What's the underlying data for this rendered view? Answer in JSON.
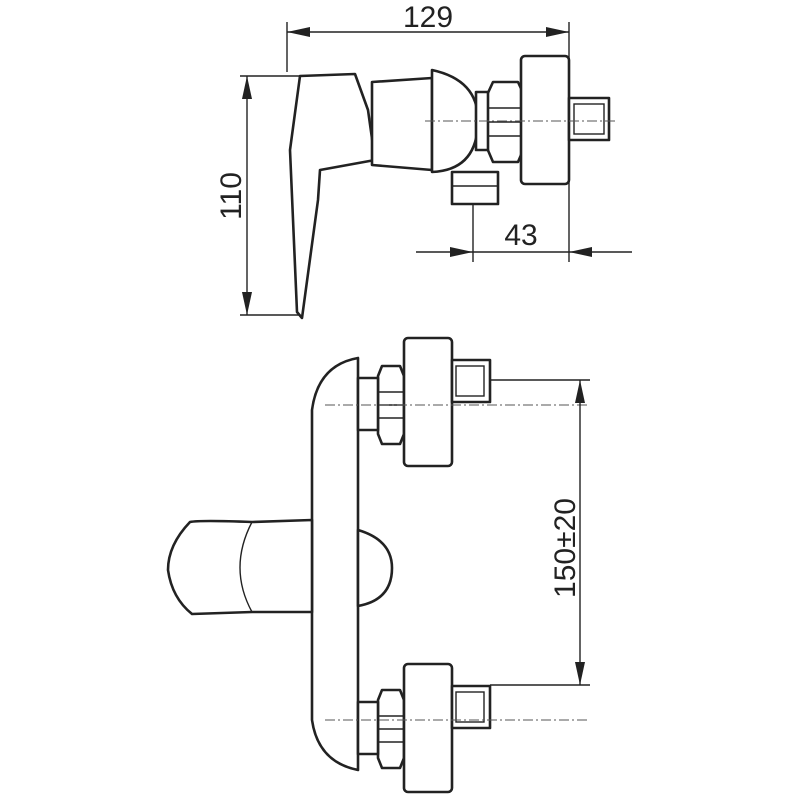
{
  "dimensions": {
    "overall_length": "129",
    "height": "110",
    "connector_offset": "43",
    "center_distance": "150±20"
  }
}
